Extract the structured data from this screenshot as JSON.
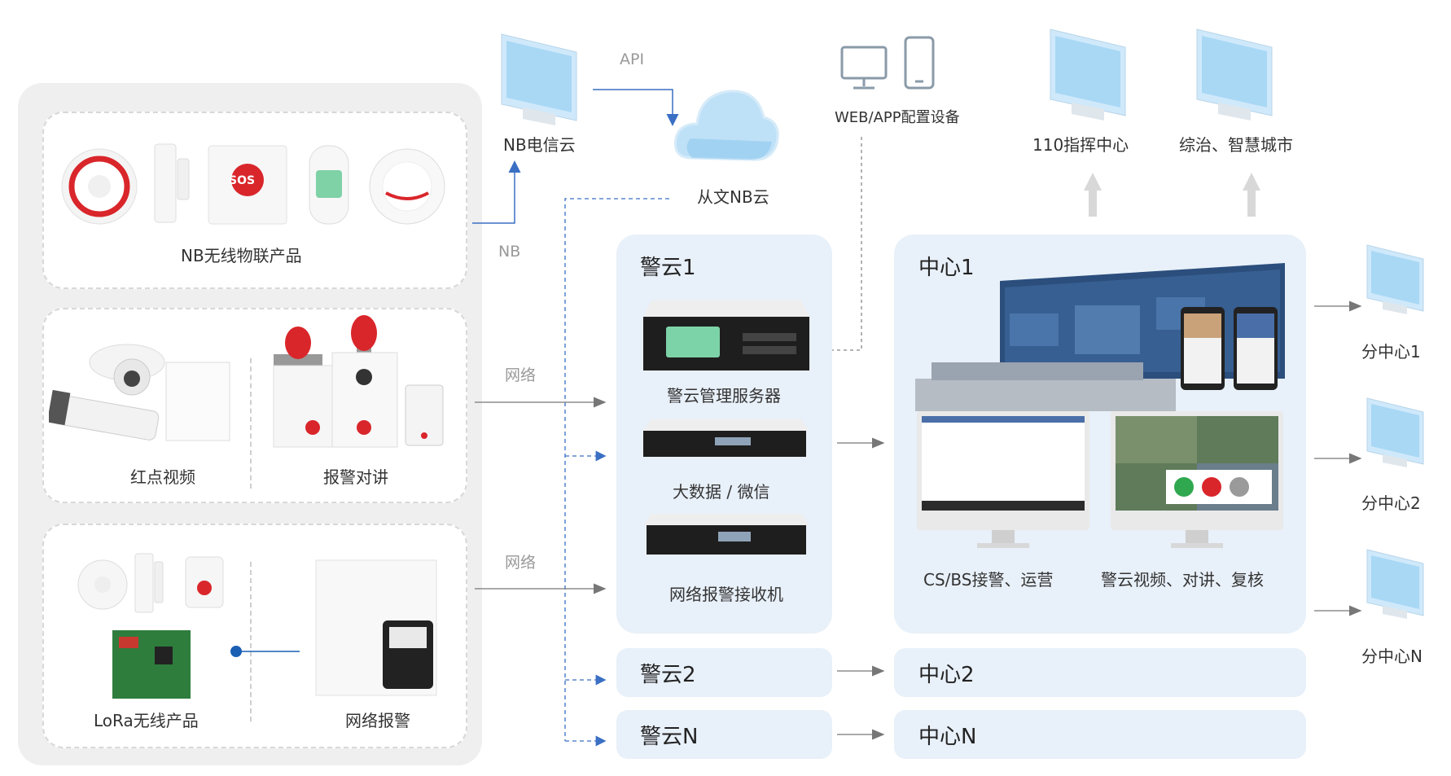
{
  "top": {
    "nb_telecom_cloud": "NB电信云",
    "api_label": "API",
    "congwen_nb_cloud": "从文NB云",
    "web_app_config": "WEB/APP配置设备",
    "center_110": "110指挥中心",
    "smart_city": "综治、智慧城市",
    "nb_label": "NB"
  },
  "left_panel": {
    "nb_products": "NB无线物联产品",
    "red_dot_video": "红点视频",
    "alarm_intercom": "报警对讲",
    "lora_products": "LoRa无线产品",
    "network_alarm": "网络报警",
    "sos_text": "SOS"
  },
  "links": {
    "network_1": "网络",
    "network_2": "网络"
  },
  "police_cloud_1": {
    "title": "警云1",
    "server": "警云管理服务器",
    "bigdata": "大数据 / 微信",
    "receiver": "网络报警接收机"
  },
  "police_cloud_2": {
    "title": "警云2"
  },
  "police_cloud_n": {
    "title": "警云N"
  },
  "center_1": {
    "title": "中心1",
    "cs_bs": "CS/BS接警、运营",
    "video_review": "警云视频、对讲、复核"
  },
  "center_2": {
    "title": "中心2"
  },
  "center_n": {
    "title": "中心N"
  },
  "sub_centers": [
    "分中心1",
    "分中心2",
    "分中心N"
  ],
  "colors": {
    "blue_line": "#3a6fc4",
    "gray_line": "#888888",
    "panel_bg": "#efefef",
    "blue_panel": "#e8f0f9",
    "monitor_screen": "#a9d8f5",
    "alarm_red": "#d9262b"
  }
}
